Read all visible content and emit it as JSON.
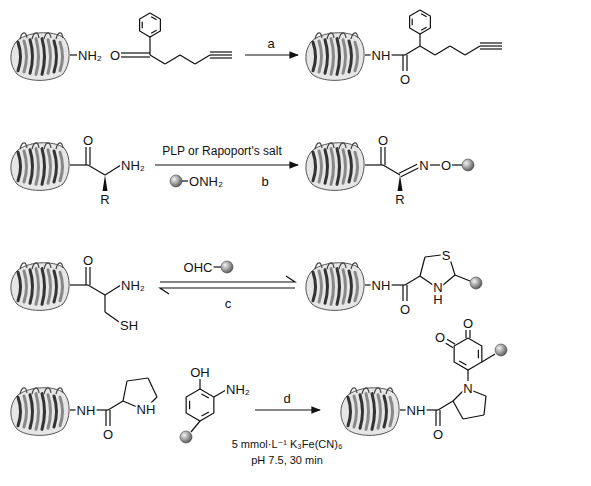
{
  "diagram": {
    "labels": [
      "NH₂",
      "O",
      "a",
      "NH",
      "O",
      "O",
      "R",
      "NH₂",
      "PLP or Rapoport's salt",
      "ONH₂",
      "b",
      "O",
      "R",
      "N",
      "O",
      "O",
      "NH₂",
      "SH",
      "OHC",
      "c",
      "NH",
      "O",
      "S",
      "N",
      "H",
      "NH",
      "O",
      "NH",
      "OH",
      "NH₂",
      "d",
      "5 mmol·L⁻¹ K₃Fe(CN)₆",
      "pH 7.5, 30 min",
      "NH",
      "O",
      "N",
      "O",
      "O"
    ]
  }
}
